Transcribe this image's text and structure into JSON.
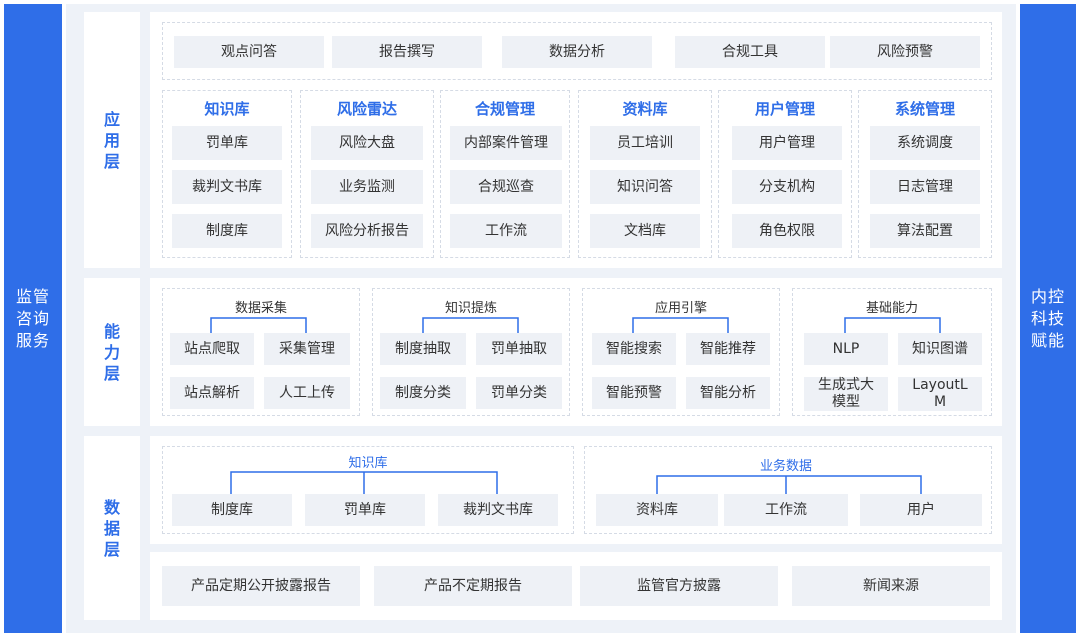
{
  "left_bar": {
    "text": "监管咨询服务"
  },
  "right_bar": {
    "text": "内控科技赋能"
  },
  "layers": {
    "application": {
      "label": "应用层"
    },
    "capability": {
      "label": "能力层"
    },
    "data": {
      "label": "数据层"
    }
  },
  "app_top": [
    "观点问答",
    "报告撰写",
    "数据分析",
    "合规工具",
    "风险预警"
  ],
  "app_groups": [
    {
      "title": "知识库",
      "items": [
        "罚单库",
        "裁判文书库",
        "制度库"
      ]
    },
    {
      "title": "风险雷达",
      "items": [
        "风险大盘",
        "业务监测",
        "风险分析报告"
      ]
    },
    {
      "title": "合规管理",
      "items": [
        "内部案件管理",
        "合规巡查",
        "工作流"
      ]
    },
    {
      "title": "资料库",
      "items": [
        "员工培训",
        "知识问答",
        "文档库"
      ]
    },
    {
      "title": "用户管理",
      "items": [
        "用户管理",
        "分支机构",
        "角色权限"
      ]
    },
    {
      "title": "系统管理",
      "items": [
        "系统调度",
        "日志管理",
        "算法配置"
      ]
    }
  ],
  "capability_groups": [
    {
      "title": "数据采集",
      "items": [
        "站点爬取",
        "采集管理",
        "站点解析",
        "人工上传"
      ]
    },
    {
      "title": "知识提炼",
      "items": [
        "制度抽取",
        "罚单抽取",
        "制度分类",
        "罚单分类"
      ]
    },
    {
      "title": "应用引擎",
      "items": [
        "智能搜索",
        "智能推荐",
        "智能预警",
        "智能分析"
      ]
    },
    {
      "title": "基础能力",
      "items": [
        "NLP",
        "知识图谱",
        "生成式大\n模型",
        "LayoutL\nM"
      ]
    }
  ],
  "data_groups": [
    {
      "title": "知识库",
      "items": [
        "制度库",
        "罚单库",
        "裁判文书库"
      ]
    },
    {
      "title": "业务数据",
      "items": [
        "资料库",
        "工作流",
        "用户"
      ]
    }
  ],
  "data_sources": [
    "产品定期公开披露报告",
    "产品不定期报告",
    "监管官方披露",
    "新闻来源"
  ]
}
